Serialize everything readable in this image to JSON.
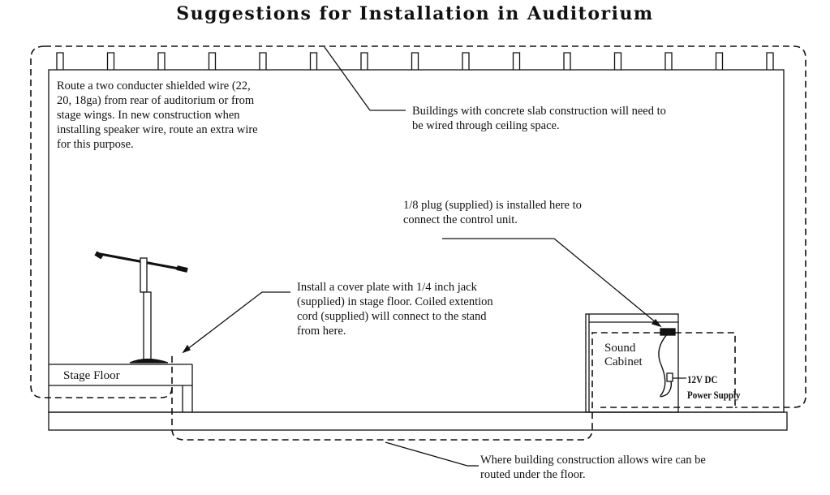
{
  "title": "Suggestions for Installation in Auditorium",
  "notes": {
    "rear_wire": [
      "Route a two conducter shielded wire (22,",
      "20, 18ga) from rear of auditorium or from",
      "stage wings. In new construction when",
      "installing speaker wire, route an extra wire",
      "for this purpose."
    ],
    "concrete_slab": [
      "Buildings with concrete slab construction will need to",
      "be wired through ceiling space."
    ],
    "plug": [
      "1/8 plug (supplied) is installed here to",
      "connect the control unit."
    ],
    "cover_plate": [
      "Install a cover plate with 1/4 inch jack",
      "(supplied) in stage floor. Coiled extention",
      "cord (supplied) will connect to the stand",
      "from here."
    ],
    "under_floor": [
      "Where building construction allows wire can be",
      "routed under the floor."
    ]
  },
  "labels": {
    "stage_floor": "Stage Floor",
    "sound_cabinet": [
      "Sound",
      "Cabinet"
    ],
    "power_supply": [
      "12V DC",
      "Power Supply"
    ]
  },
  "ceiling_fixture_count": 15,
  "line_color": "#111111"
}
